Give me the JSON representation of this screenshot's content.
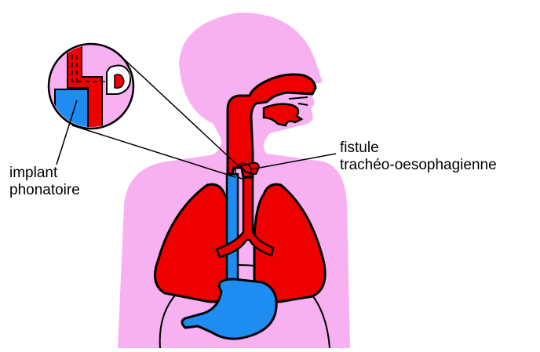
{
  "labels": {
    "implant_line1": "implant",
    "implant_line2": "phonatoire",
    "fistula_line1": "fistule",
    "fistula_line2": "trachéo-oesophagienne"
  },
  "colors": {
    "body": "#f7b0f0",
    "airway": "#ee0000",
    "esophagus": "#1e8cf0",
    "outline": "#000000",
    "background": "#ffffff"
  }
}
